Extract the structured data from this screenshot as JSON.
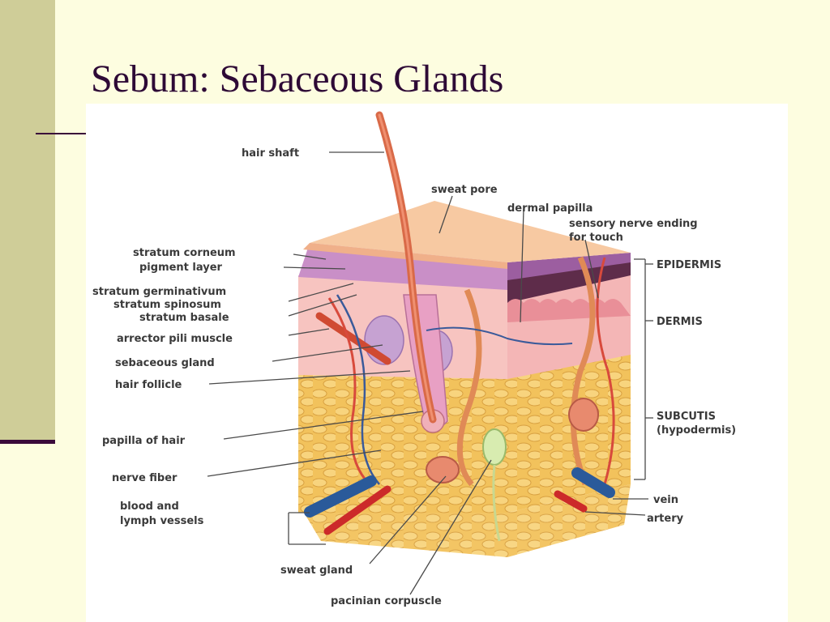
{
  "slide": {
    "title": "Sebum: Sebaceous Glands",
    "colors": {
      "background": "#fdfde0",
      "sidebar": "#cfcd98",
      "accent": "#3a0a3a",
      "title": "#2e0a36"
    }
  },
  "diagram": {
    "labels": {
      "hair_shaft": "hair shaft",
      "sweat_pore": "sweat pore",
      "dermal_papilla": "dermal papilla",
      "sensory_nerve_1": "sensory nerve ending",
      "sensory_nerve_2": "for touch",
      "stratum_corneum": "stratum corneum",
      "pigment_layer": "pigment layer",
      "stratum_germinativum": "stratum germinativum",
      "stratum_spinosum": "stratum spinosum",
      "stratum_basale": "stratum basale",
      "arrector_pili": "arrector pili muscle",
      "sebaceous_gland": "sebaceous gland",
      "hair_follicle": "hair follicle",
      "papilla_of_hair": "papilla of hair",
      "nerve_fiber": "nerve fiber",
      "blood_lymph_1": "blood and",
      "blood_lymph_2": "lymph vessels",
      "sweat_gland": "sweat gland",
      "pacinian": "pacinian corpuscle",
      "epidermis": "EPIDERMIS",
      "dermis": "DERMIS",
      "subcutis_1": "SUBCUTIS",
      "subcutis_2": "(hypodermis)",
      "vein": "vein",
      "artery": "artery"
    }
  }
}
